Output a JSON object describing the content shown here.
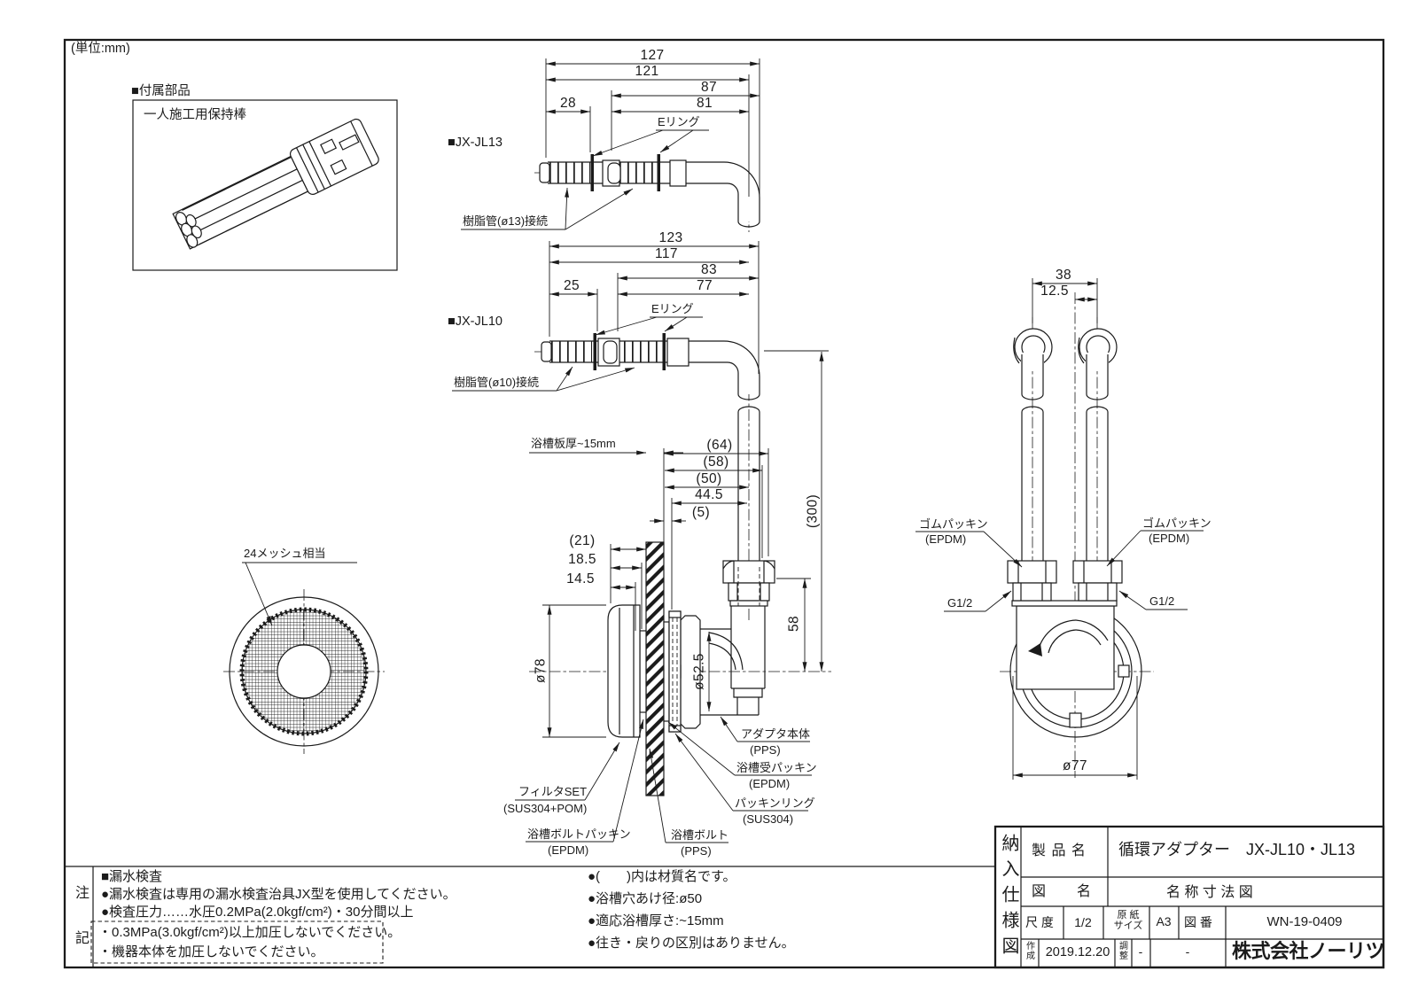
{
  "sheet": {
    "unit_note": "(単位:mm)"
  },
  "accessory": {
    "heading": "■付属部品",
    "item": "一人施工用保持棒"
  },
  "jl13": {
    "label": "■JX-JL13",
    "d1": "127",
    "d2": "121",
    "d3": "87",
    "d4": "81",
    "d5": "28",
    "ering": "Eリング",
    "pipe": "樹脂管(ø13)接続"
  },
  "jl10": {
    "label": "■JX-JL10",
    "d1": "123",
    "d2": "117",
    "d3": "83",
    "d4": "77",
    "d5": "25",
    "ering": "Eリング",
    "pipe": "樹脂管(ø10)接続"
  },
  "section": {
    "wall": "浴槽板厚~15mm",
    "d64": "(64)",
    "d58p": "(58)",
    "d50": "(50)",
    "d445": "44.5",
    "d5": "(5)",
    "d300": "(300)",
    "d21": "(21)",
    "d185": "18.5",
    "d145": "14.5",
    "dia78": "ø78",
    "dia525": "ø52.5",
    "d58": "58",
    "mesh": "24メッシュ相当",
    "adapter1": "アダプタ本体",
    "adapter2": "(PPS)",
    "tubpack1": "浴槽受パッキン",
    "tubpack2": "(EPDM)",
    "ring1": "パッキンリング",
    "ring2": "(SUS304)",
    "bolt1": "浴槽ボルト",
    "bolt2": "(PPS)",
    "boltpack1": "浴槽ボルトパッキン",
    "boltpack2": "(EPDM)",
    "filter1": "フィルタSET",
    "filter2": "(SUS304+POM)"
  },
  "rear": {
    "d38": "38",
    "d125": "12.5",
    "dia77": "ø77",
    "gom1": "ゴムパッキン",
    "gom2": "(EPDM)",
    "g12": "G1/2"
  },
  "notes": {
    "col1": "注",
    "col2": "記",
    "heading": "■漏水検査",
    "line1": "●漏水検査は専用の漏水検査治具JX型を使用してください。",
    "line2": "●検査圧力……水圧0.2MPa(2.0kgf/cm²)・30分間以上",
    "box1": "・0.3MPa(3.0kgf/cm²)以上加圧しないでください。",
    "box2": "・機器本体を加圧しないでください。"
  },
  "general": {
    "b1": "●(　　)内は材質名です。",
    "b2": "●浴槽穴あけ径:ø50",
    "b3": "●適応浴槽厚さ:~15mm",
    "b4": "●往き・戻りの区別はありません。"
  },
  "titleblock": {
    "doc": "納入仕様図",
    "product_label": "製 品 名",
    "product": "循環アダプター　JX-JL10・JL13",
    "name_label": "図　　名",
    "name": "名 称 寸 法 図",
    "scale_label": "尺 度",
    "scale": "1/2",
    "paper_label": "原 紙\nサイズ",
    "paper": "A3",
    "no_label": "図 番",
    "no": "WN-19-0409",
    "created_label": "作\n成",
    "created": "2019.12.20",
    "adjust_label": "調\n整",
    "adjust": "-",
    "dash": "-",
    "company": "株式会社ノーリツ"
  }
}
